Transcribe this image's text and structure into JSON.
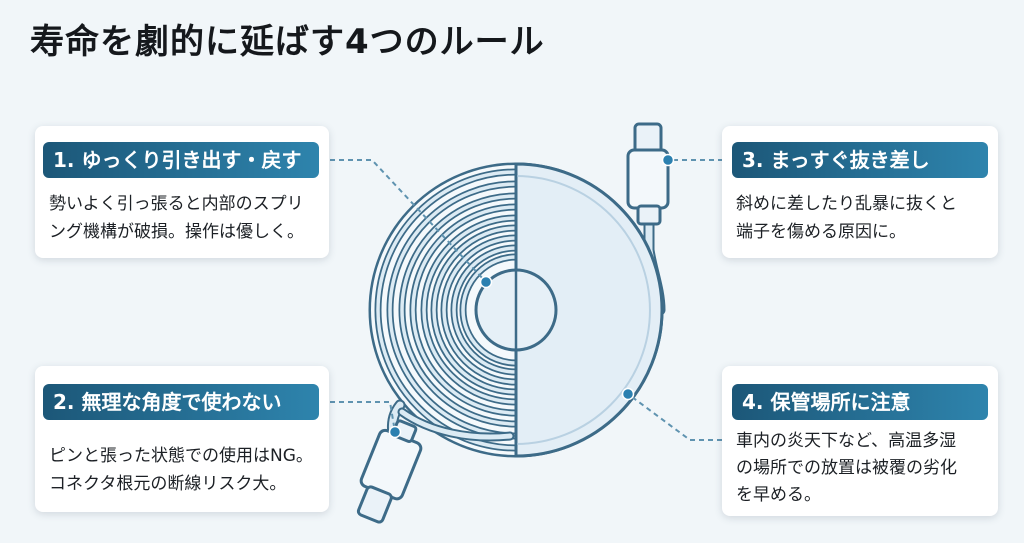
{
  "title": "寿命を劇的に延ばす4つのルール",
  "rules": [
    {
      "heading": "1. ゆっくり引き出す・戻す",
      "lines": [
        "勢いよく引っ張ると内部のスプリ",
        "ング機構が破損。操作は優しく。"
      ]
    },
    {
      "heading": "2. 無理な角度で使わない",
      "lines": [
        "ピンと張った状態での使用はNG。",
        "コネクタ根元の断線リスク大。"
      ]
    },
    {
      "heading": "3. まっすぐ抜き差し",
      "lines": [
        "斜めに差したり乱暴に抜くと",
        "端子を傷める原因に。"
      ]
    },
    {
      "heading": "4. 保管場所に注意",
      "lines": [
        "車内の炎天下など、高温多湿",
        "の場所での放置は被覆の劣化",
        "を早める。"
      ]
    }
  ],
  "colors": {
    "accent": "#2e84ad",
    "accent_dark": "#1c5778",
    "line": "#5f93b0",
    "dot": "#2b80b0",
    "background": "#f1f6f9"
  },
  "illustration": "retractable-cable-reel-cutaway"
}
